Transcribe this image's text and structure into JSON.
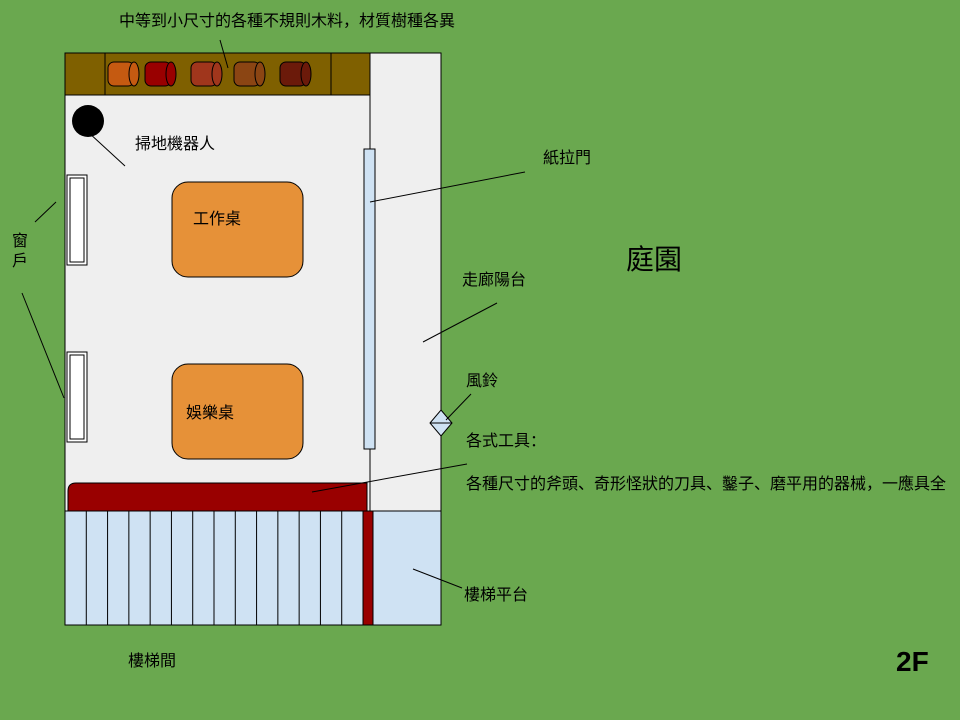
{
  "floor": "2F",
  "labels": {
    "wood": "中等到小尺寸的各種不規則木料，材質樹種各異",
    "robot": "掃地機器人",
    "window": "窗戶",
    "sliding_door": "紙拉門",
    "work_table": "工作桌",
    "game_table": "娛樂桌",
    "garden": "庭園",
    "corridor": "走廊陽台",
    "wind_chime": "風鈴",
    "tools_title": "各式工具：",
    "tools_desc": "各種尺寸的斧頭、奇形怪狀的刀具、鑿子、磨平用的器械，一應具全",
    "landing": "樓梯平台",
    "stairwell": "樓梯間"
  },
  "colors": {
    "background": "#6aa84f",
    "room_floor": "#efefef",
    "shelf": "#7f6000",
    "table": "#e69138",
    "tool_bench": "#990000",
    "stairs": "#cfe2f3",
    "door": "#cfe2f3"
  },
  "wood_logs": [
    {
      "color": "#c55a11"
    },
    {
      "color": "#990000"
    },
    {
      "color": "#a0361c"
    },
    {
      "color": "#8b4513"
    },
    {
      "color": "#6b1a0a"
    }
  ]
}
